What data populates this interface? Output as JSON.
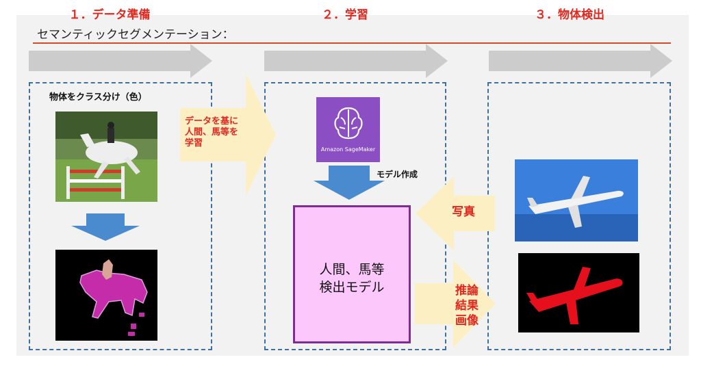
{
  "title": "セマンティックセグメンテーション：",
  "steps": [
    {
      "label": "１．データ準備"
    },
    {
      "label": "２．学習"
    },
    {
      "label": "３．物体検出"
    }
  ],
  "left": {
    "caption": "物体をクラス分け（色）"
  },
  "flow": {
    "data_to_learn": [
      "データを基に",
      "人間、馬等を",
      "学習"
    ],
    "model_create": "モデル作成",
    "photo": "写真",
    "result": [
      "推論",
      "結果",
      "画像"
    ]
  },
  "model": {
    "line1": "人間、馬等",
    "line2": "検出モデル"
  },
  "sagemaker": {
    "label": "Amazon SageMaker"
  },
  "colors": {
    "accent_red": "#e0281e",
    "dash_blue": "#3d6fa0",
    "model_fill": "#fcc8fc",
    "model_border": "#7b2d92",
    "sage_purple": "#8b4ec3"
  }
}
